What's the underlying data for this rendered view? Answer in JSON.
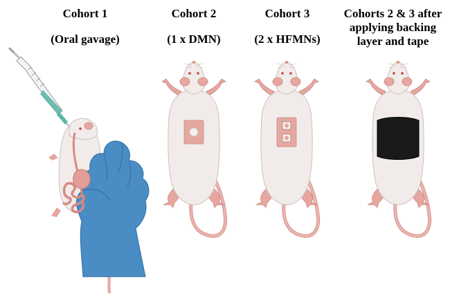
{
  "cohorts": [
    {
      "title": "Cohort 1",
      "subtitle": "(Oral gavage)"
    },
    {
      "title": "Cohort 2",
      "subtitle": "(1 x DMN)"
    },
    {
      "title": "Cohort 3",
      "subtitle": "(2 x HFMNs)"
    },
    {
      "title_lines": [
        "Cohorts 2 & 3 after",
        "applying backing",
        "layer and tape"
      ]
    }
  ],
  "colors": {
    "rat_body": "#f1ecea",
    "rat_outline": "#c9c1bc",
    "rat_pink": "#e7a6a0",
    "patch": "#e3a89f",
    "glove": "#4a8cc4",
    "tape": "#1a1a1a",
    "syringe_liquid": "#5fb7a8"
  }
}
